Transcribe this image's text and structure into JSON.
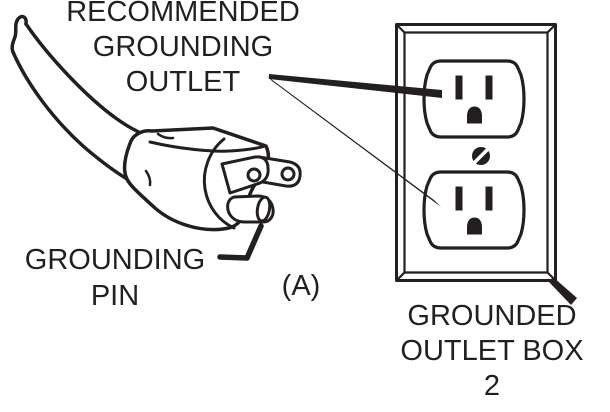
{
  "labels": {
    "outlet_callout": {
      "line1": "RECOMMENDED",
      "line2": "GROUNDING",
      "line3": "OUTLET"
    },
    "pin_callout": {
      "line1": "GROUNDING",
      "line2": "PIN"
    },
    "box_callout": {
      "line1": "GROUNDED",
      "line2": "OUTLET BOX"
    },
    "figure_marker": "(A)",
    "page_number": "2"
  },
  "colors": {
    "ink": "#231f20",
    "background": "#ffffff"
  }
}
